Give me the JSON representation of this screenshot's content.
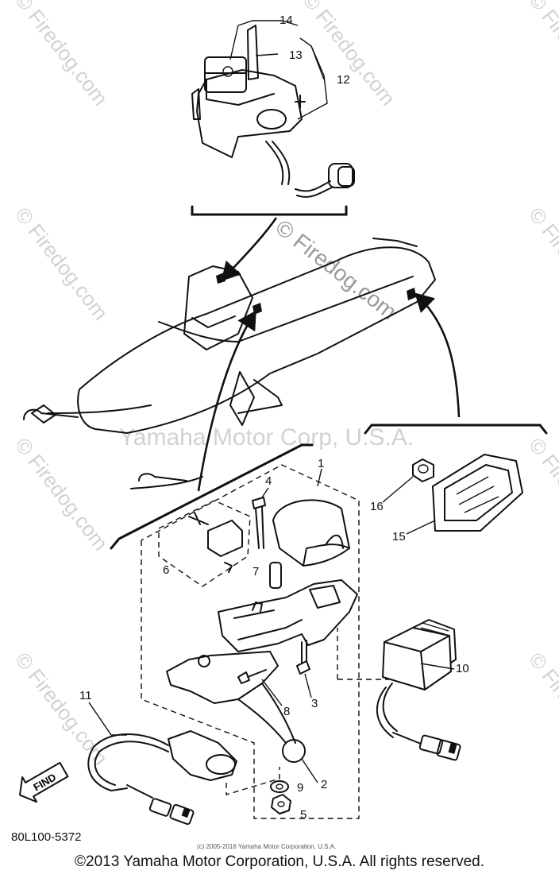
{
  "watermarks": {
    "site": "© Firedog.com",
    "site_center": "© Firedog.com",
    "brand": "Yamaha Motor Corp, U.S.A."
  },
  "callouts": [
    "1",
    "2",
    "3",
    "4",
    "5",
    "6",
    "7",
    "8",
    "9",
    "10",
    "11",
    "12",
    "13",
    "14",
    "15",
    "16"
  ],
  "part_code": "80L100-5372",
  "find_badge": "FIND",
  "small_copyright": "(c) 2005-2016 Yamaha Motor Corporation, U.S.A.",
  "footer": "©2013 Yamaha Motor Corporation, U.S.A. All rights reserved."
}
